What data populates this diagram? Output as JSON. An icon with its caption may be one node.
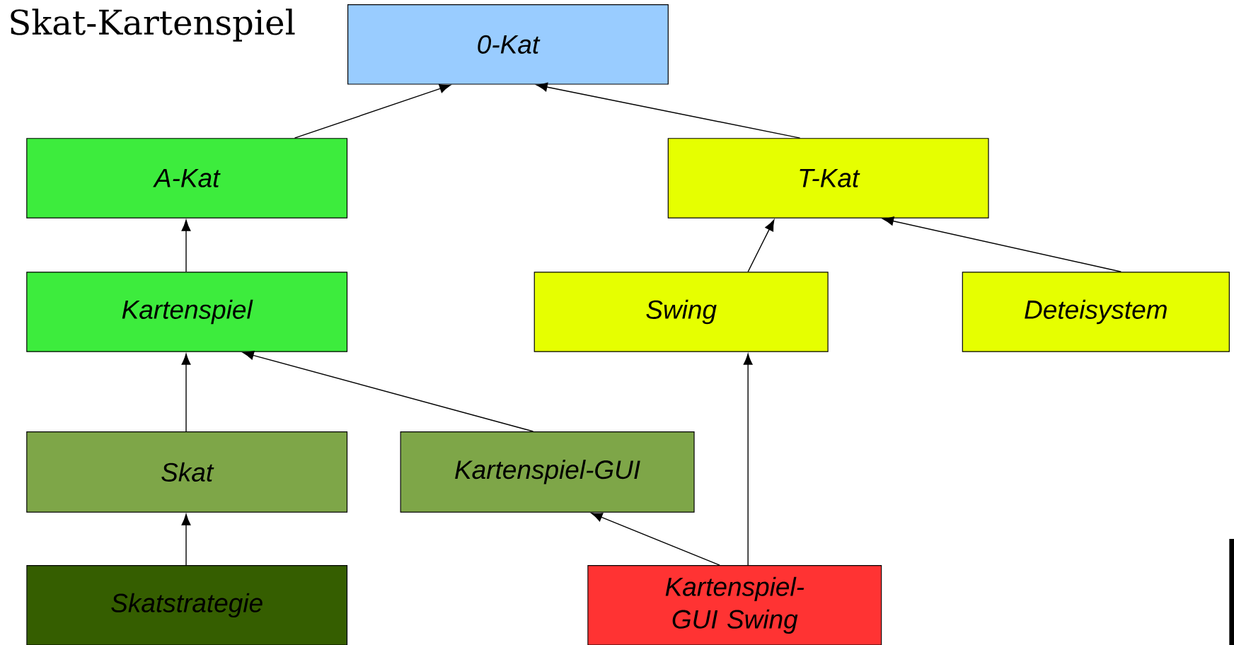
{
  "diagram": {
    "title": "Skat-Kartenspiel",
    "nodes": [
      {
        "text": [
          "0-Kat"
        ]
      },
      {
        "text": [
          "A-Kat"
        ]
      },
      {
        "text": [
          "T-Kat"
        ]
      },
      {
        "text": [
          "Kartenspiel"
        ]
      },
      {
        "text": [
          "Swing"
        ]
      },
      {
        "text": [
          "Deteisystem"
        ]
      },
      {
        "text": [
          "Skat"
        ]
      },
      {
        "text": [
          "Kartenspiel-GUI"
        ]
      },
      {
        "text": [
          "Skatstrategie"
        ]
      },
      {
        "text": [
          "Kartenspiel-GUI Swing"
        ]
      }
    ],
    "edges": [
      {
        "from": 1,
        "to": 0,
        "arrow": "to"
      },
      {
        "from": 2,
        "to": 0,
        "arrow": "to"
      },
      {
        "from": 3,
        "to": 1,
        "arrow": "to"
      },
      {
        "from": 4,
        "to": 2,
        "arrow": "to"
      },
      {
        "from": 5,
        "to": 2,
        "arrow": "to"
      },
      {
        "from": 6,
        "to": 3,
        "arrow": "to"
      },
      {
        "from": 7,
        "to": 3,
        "arrow": "to"
      },
      {
        "from": 8,
        "to": 6,
        "arrow": "to"
      },
      {
        "from": 9,
        "to": 7,
        "arrow": "to"
      },
      {
        "from": 9,
        "to": 4,
        "arrow": "to"
      }
    ]
  }
}
